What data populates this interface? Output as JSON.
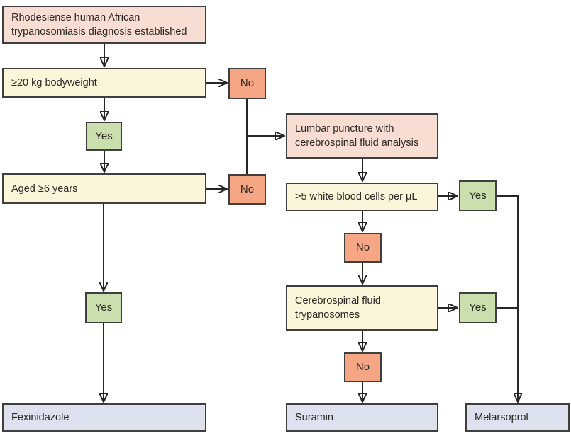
{
  "flowchart": {
    "nodes": {
      "start": {
        "label": "Rhodesiense human African trypanosomiasis diagnosis established"
      },
      "bodyweight": {
        "label": "≥20 kg bodyweight"
      },
      "no_bodyweight": {
        "label": "No"
      },
      "yes_bodyweight": {
        "label": "Yes"
      },
      "aged": {
        "label": "Aged ≥6 years"
      },
      "no_aged": {
        "label": "No"
      },
      "yes_aged": {
        "label": "Yes"
      },
      "lumbar": {
        "label": "Lumbar puncture with cerebrospinal fluid analysis"
      },
      "wbc": {
        "label": ">5 white blood cells per μL"
      },
      "yes_wbc": {
        "label": "Yes"
      },
      "no_wbc": {
        "label": "No"
      },
      "csf": {
        "label": "Cerebrospinal fluid trypanosomes"
      },
      "yes_csf": {
        "label": "Yes"
      },
      "no_csf": {
        "label": "No"
      },
      "fexinidazole": {
        "label": "Fexinidazole"
      },
      "suramin": {
        "label": "Suramin"
      },
      "melarsoprol": {
        "label": "Melarsoprol"
      }
    },
    "colors": {
      "start_fill": "#f8ddd3",
      "question_fill": "#fbf6da",
      "yes_fill": "#c9e0ae",
      "no_fill": "#f4a685",
      "treatment_fill": "#dde2ee",
      "border": "#3f3f3f",
      "line": "#262626",
      "text": "#2b2724",
      "background": "#ffffff"
    }
  }
}
